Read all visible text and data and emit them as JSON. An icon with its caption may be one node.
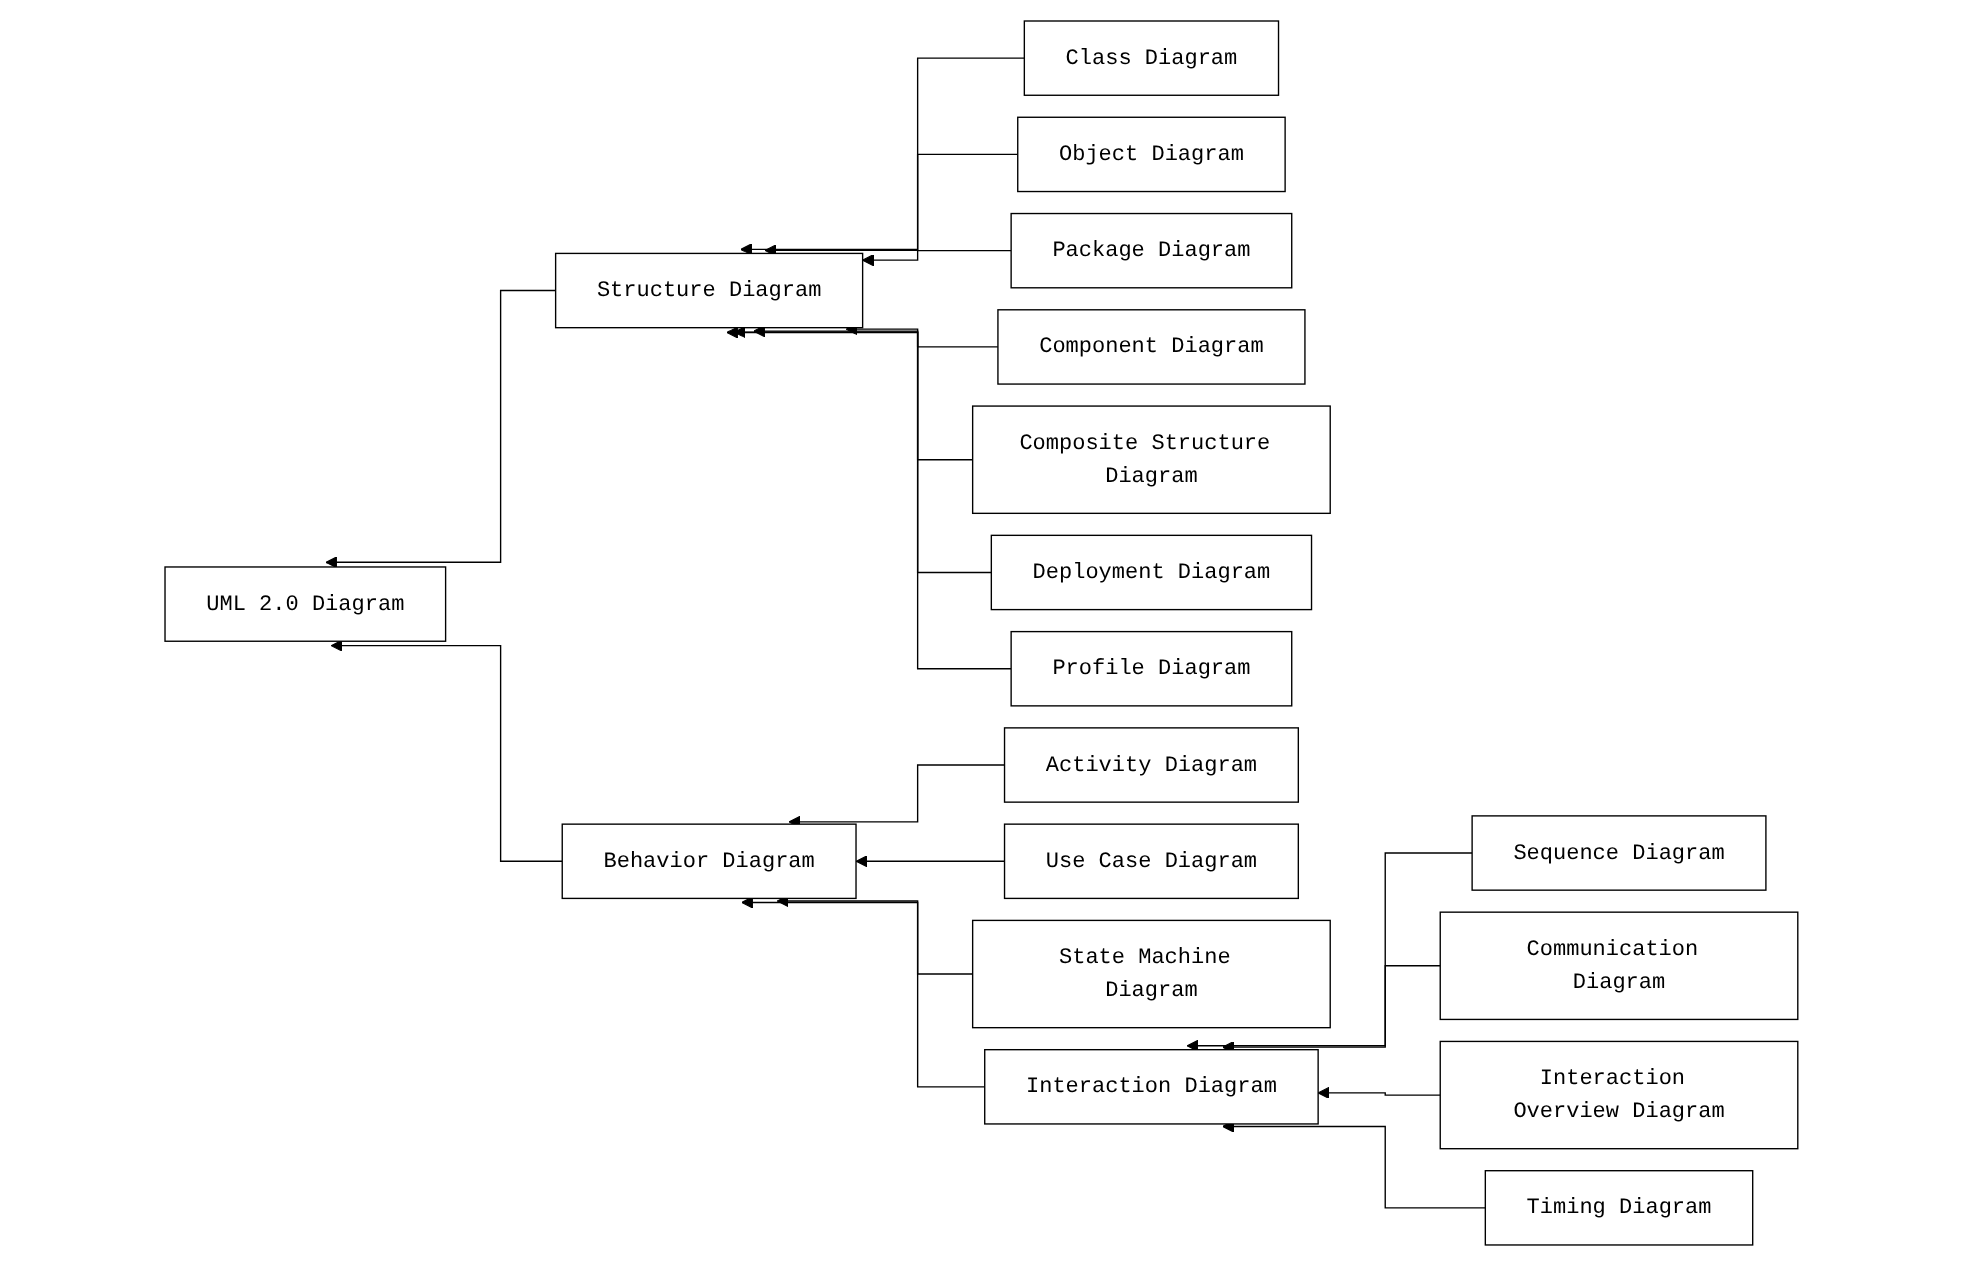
{
  "diagram": {
    "nodes": [
      {
        "text": [
          "UML 2.0 Diagram"
        ]
      },
      {
        "text": [
          "Structure Diagram"
        ]
      },
      {
        "text": [
          "Behavior Diagram"
        ]
      },
      {
        "text": [
          "Class Diagram"
        ]
      },
      {
        "text": [
          "Object Diagram"
        ]
      },
      {
        "text": [
          "Package Diagram"
        ]
      },
      {
        "text": [
          "Component Diagram"
        ]
      },
      {
        "text": [
          "Composite Structure Diagram"
        ]
      },
      {
        "text": [
          "Deployment Diagram"
        ]
      },
      {
        "text": [
          "Profile Diagram"
        ]
      },
      {
        "text": [
          "Activity Diagram"
        ]
      },
      {
        "text": [
          "Use Case Diagram"
        ]
      },
      {
        "text": [
          "State Machine Diagram"
        ]
      },
      {
        "text": [
          "Interaction Diagram"
        ]
      },
      {
        "text": [
          "Sequence Diagram"
        ]
      },
      {
        "text": [
          "Communication Diagram"
        ]
      },
      {
        "text": [
          "Interaction Overview Diagram"
        ]
      },
      {
        "text": [
          "Timing Diagram"
        ]
      }
    ],
    "edges": [
      {
        "from": 1,
        "to": 0,
        "arrow": "to"
      },
      {
        "from": 2,
        "to": 0,
        "arrow": "to"
      },
      {
        "from": 3,
        "to": 1,
        "arrow": "to"
      },
      {
        "from": 4,
        "to": 1,
        "arrow": "to"
      },
      {
        "from": 5,
        "to": 1,
        "arrow": "to"
      },
      {
        "from": 6,
        "to": 1,
        "arrow": "to"
      },
      {
        "from": 7,
        "to": 1,
        "arrow": "to"
      },
      {
        "from": 8,
        "to": 1,
        "arrow": "to"
      },
      {
        "from": 9,
        "to": 1,
        "arrow": "to"
      },
      {
        "from": 10,
        "to": 2,
        "arrow": "to"
      },
      {
        "from": 11,
        "to": 2,
        "arrow": "to"
      },
      {
        "from": 12,
        "to": 2,
        "arrow": "to"
      },
      {
        "from": 13,
        "to": 2,
        "arrow": "to"
      },
      {
        "from": 14,
        "to": 13,
        "arrow": "to"
      },
      {
        "from": 15,
        "to": 13,
        "arrow": "to"
      },
      {
        "from": 16,
        "to": 13,
        "arrow": "to"
      },
      {
        "from": 17,
        "to": 13,
        "arrow": "to"
      }
    ]
  }
}
